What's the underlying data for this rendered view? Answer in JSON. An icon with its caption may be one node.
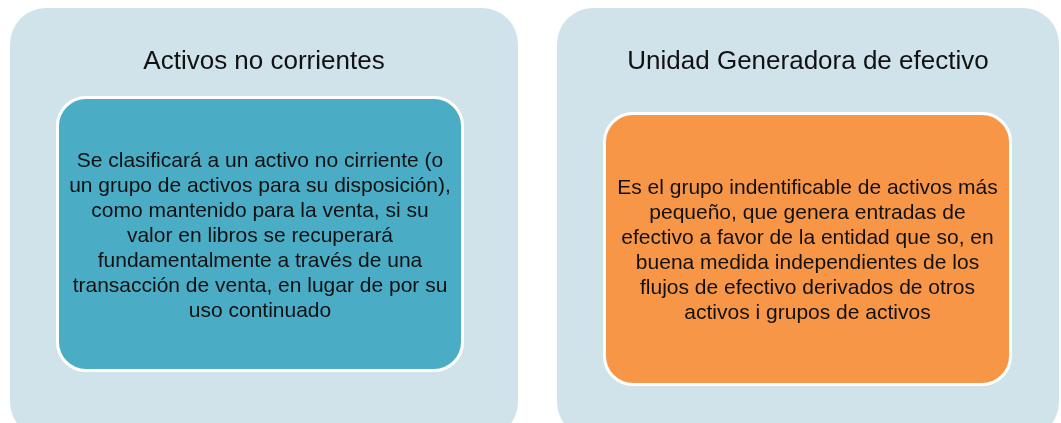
{
  "diagram": {
    "nodes": [
      {
        "text": [
          "Activos no corrientes"
        ]
      },
      {
        "text": [
          "Se clasificará a un activo no cirriente (o un grupo de activos para su disposición), como mantenido para la venta, si su valor en libros se recuperará fundamentalmente a través de una transacción de venta, en lugar de por su uso continuado"
        ],
        "in": 0
      },
      {
        "text": [
          "Unidad Generadora de efectivo"
        ]
      },
      {
        "text": [
          "Es el grupo indentificable de activos más pequeño, que genera entradas de efectivo a favor de la entidad que so, en buena medida independientes de los flujos de efectivo derivados de otros activos i grupos de activos"
        ],
        "in": 2
      }
    ]
  }
}
